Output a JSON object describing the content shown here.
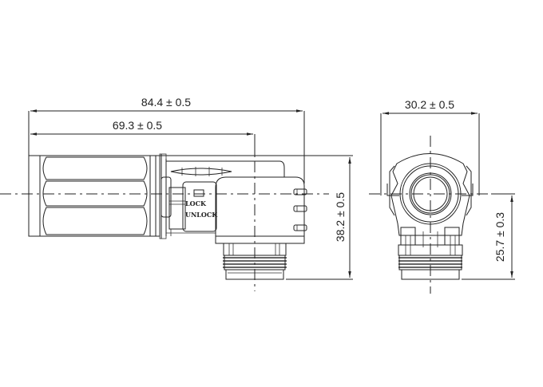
{
  "drawing": {
    "title": "Right-angle connector dimensional drawing",
    "views": {
      "side": {
        "overall_length": "84.4 ± 0.5",
        "body_length": "69.3 ± 0.5",
        "height": "38.2 ± 0.5",
        "labels": {
          "lock": "LOCK",
          "unlock": "UNLOCK"
        }
      },
      "front": {
        "width": "30.2 ± 0.5",
        "center_height": "25.7 ± 0.3"
      }
    },
    "colors": {
      "line": "#222222",
      "background": "#ffffff"
    }
  }
}
